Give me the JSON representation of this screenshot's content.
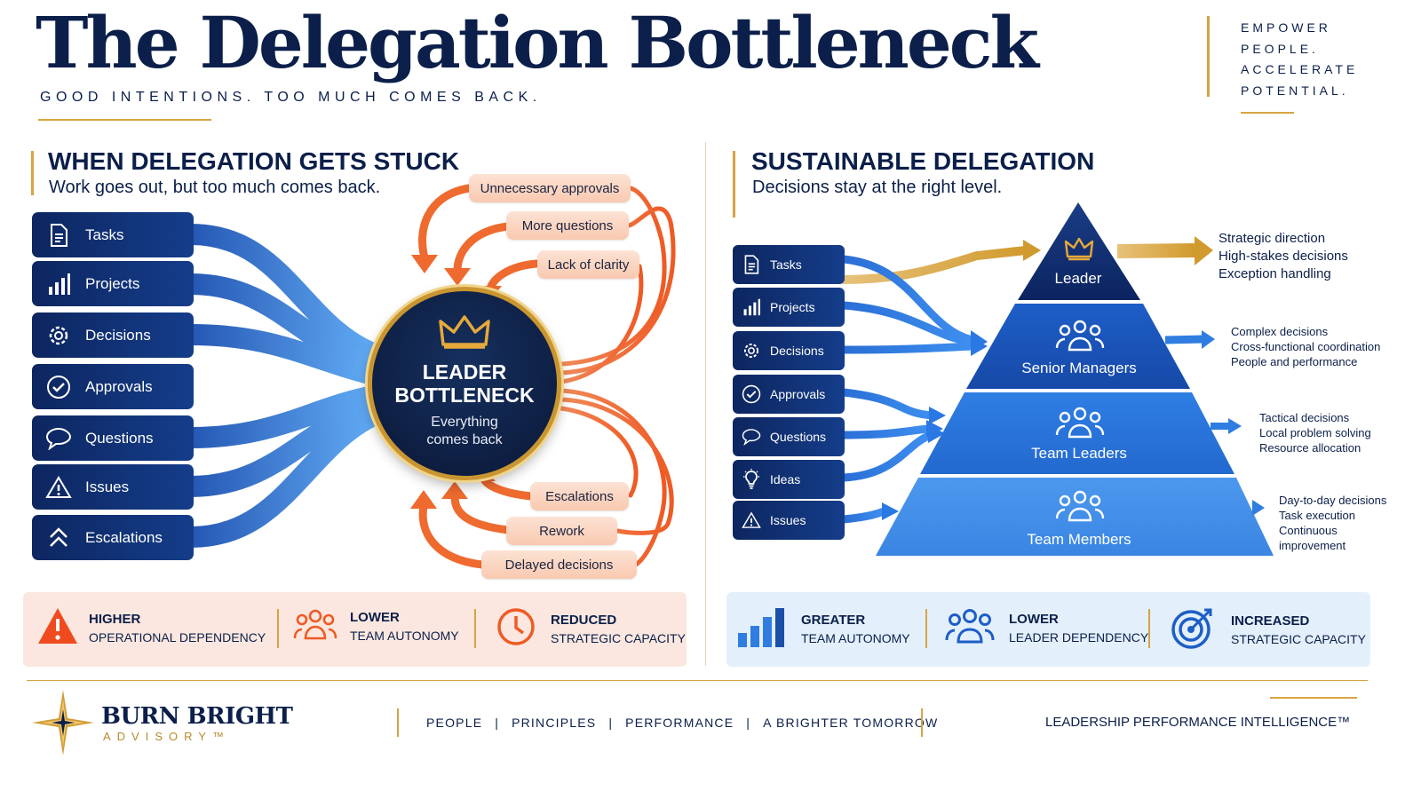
{
  "header": {
    "title": "The Delegation Bottleneck",
    "subtitle": "GOOD INTENTIONS. TOO MUCH COMES BACK.",
    "tagline": [
      "EMPOWER",
      "PEOPLE.",
      "ACCELERATE",
      "POTENTIAL."
    ]
  },
  "left": {
    "title": "WHEN DELEGATION GETS STUCK",
    "subtitle": "Work goes out, but too much comes back.",
    "items": [
      {
        "label": "Tasks",
        "icon": "document-icon"
      },
      {
        "label": "Projects",
        "icon": "bar-chart-icon"
      },
      {
        "label": "Decisions",
        "icon": "gear-icon"
      },
      {
        "label": "Approvals",
        "icon": "check-circle-icon"
      },
      {
        "label": "Questions",
        "icon": "speech-bubble-icon"
      },
      {
        "label": "Issues",
        "icon": "warning-icon"
      },
      {
        "label": "Escalations",
        "icon": "double-chevron-up-icon"
      }
    ],
    "center": {
      "title_line1": "LEADER",
      "title_line2": "BOTTLENECK",
      "sub_line1": "Everything",
      "sub_line2": "comes back",
      "icon": "crown-icon"
    },
    "returns_top": [
      "Unnecessary approvals",
      "More questions",
      "Lack of clarity"
    ],
    "returns_bottom": [
      "Escalations",
      "Rework",
      "Delayed decisions"
    ],
    "metrics": [
      {
        "line1": "HIGHER",
        "line2": "OPERATIONAL DEPENDENCY",
        "icon": "warning-icon"
      },
      {
        "line1": "LOWER",
        "line2": "TEAM AUTONOMY",
        "icon": "people-icon"
      },
      {
        "line1": "REDUCED",
        "line2": "STRATEGIC CAPACITY",
        "icon": "clock-icon"
      }
    ]
  },
  "right": {
    "title": "SUSTAINABLE DELEGATION",
    "subtitle": "Decisions stay at the right level.",
    "items": [
      {
        "label": "Tasks",
        "icon": "document-icon"
      },
      {
        "label": "Projects",
        "icon": "bar-chart-icon"
      },
      {
        "label": "Decisions",
        "icon": "gear-icon"
      },
      {
        "label": "Approvals",
        "icon": "check-circle-icon"
      },
      {
        "label": "Questions",
        "icon": "speech-bubble-icon"
      },
      {
        "label": "Ideas",
        "icon": "lightbulb-icon"
      },
      {
        "label": "Issues",
        "icon": "warning-icon"
      }
    ],
    "pyramid": [
      {
        "label": "Leader",
        "icon": "crown-icon",
        "responsibilities": [
          "Strategic direction",
          "High-stakes decisions",
          "Exception handling"
        ]
      },
      {
        "label": "Senior Managers",
        "icon": "people-icon",
        "responsibilities": [
          "Complex decisions",
          "Cross-functional coordination",
          "People and performance"
        ]
      },
      {
        "label": "Team Leaders",
        "icon": "people-icon",
        "responsibilities": [
          "Tactical decisions",
          "Local problem solving",
          "Resource allocation"
        ]
      },
      {
        "label": "Team Members",
        "icon": "people-icon",
        "responsibilities": [
          "Day-to-day decisions",
          "Task execution",
          "Continuous",
          "improvement"
        ]
      }
    ],
    "metrics": [
      {
        "line1": "GREATER",
        "line2": "TEAM AUTONOMY",
        "icon": "bar-chart-icon"
      },
      {
        "line1": "LOWER",
        "line2": "LEADER DEPENDENCY",
        "icon": "people-icon"
      },
      {
        "line1": "INCREASED",
        "line2": "STRATEGIC CAPACITY",
        "icon": "target-icon"
      }
    ]
  },
  "footer": {
    "brand_name": "BURN BRIGHT",
    "brand_sub": "ADVISORY™",
    "nav": [
      "PEOPLE",
      "PRINCIPLES",
      "PERFORMANCE",
      "A BRIGHTER TOMORROW"
    ],
    "nav_separator": "|",
    "right_text": "LEADERSHIP PERFORMANCE INTELLIGENCE™"
  },
  "colors": {
    "navy": "#0b1f4a",
    "gold": "#d7a441",
    "orange": "#ef6a2e",
    "blue": "#2f7de0"
  }
}
